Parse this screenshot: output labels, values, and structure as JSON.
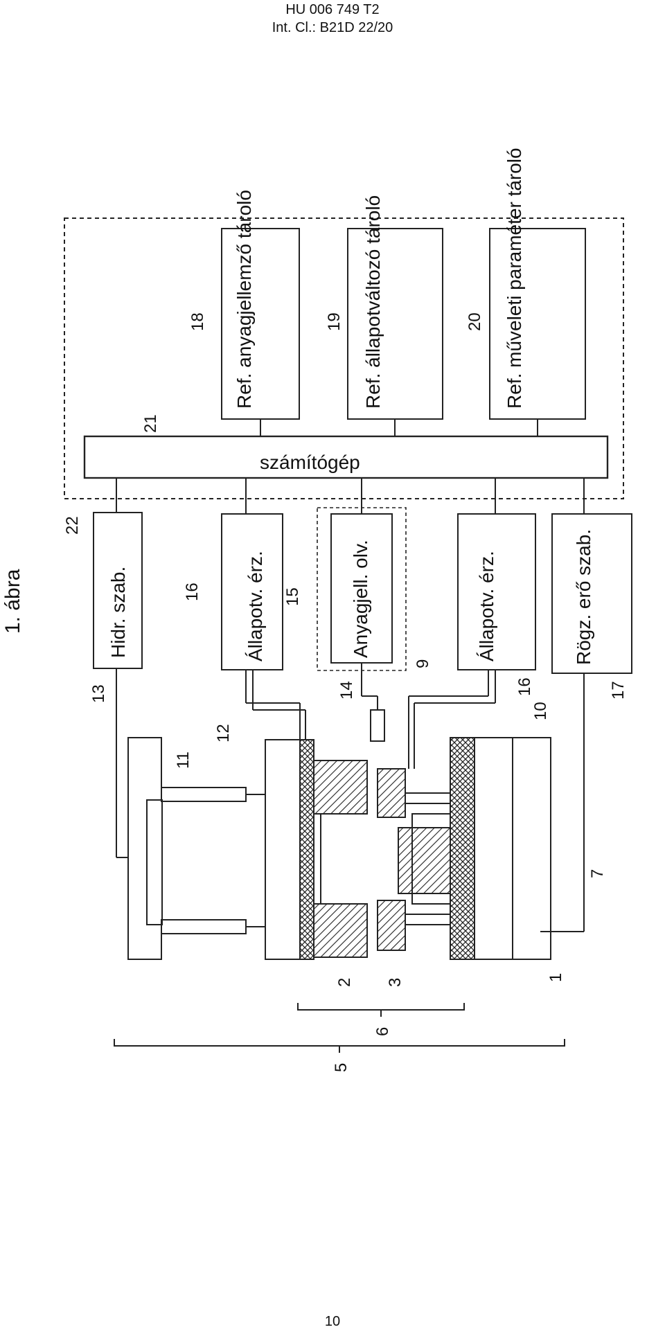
{
  "header": {
    "patent_number": "HU 006 749 T2",
    "classification": "Int. Cl.: B21D 22/20"
  },
  "figure": {
    "caption": "1. ábra",
    "boxes": {
      "computer": "számítógép",
      "ref_material_store": "Ref. anyagjellemző tároló",
      "ref_state_store": "Ref. állapotváltozó tároló",
      "ref_process_store": "Ref. műveleti paraméter tároló",
      "hydraulic_controller": "Hidr. szab.",
      "state_sensor_upper": "Állapotv. érz.",
      "material_reader": "Anyagjell. olv.",
      "state_sensor_lower": "Állapotv. érz.",
      "holding_force_controller": "Rögz. erő szab."
    },
    "reference_numbers": [
      "1",
      "2",
      "3",
      "5",
      "6",
      "7",
      "9",
      "10",
      "11",
      "12",
      "13",
      "14",
      "15",
      "16",
      "16",
      "17",
      "18",
      "19",
      "20",
      "21",
      "22"
    ]
  },
  "footer": {
    "page_number": "10"
  }
}
